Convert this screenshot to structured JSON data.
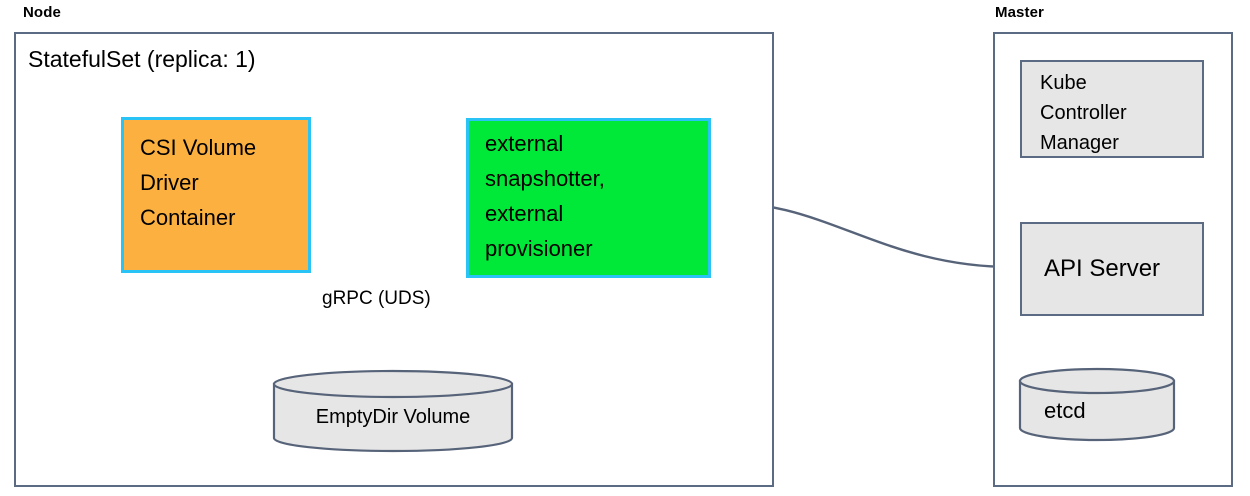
{
  "diagram": {
    "title_node": "Node",
    "title_master": "Master",
    "stroke_color": "#5c6b84",
    "accent_cyan": "#29c4f5",
    "accent_orange": "#fbb040",
    "accent_green": "#00e838",
    "gray_fill": "#e6e6e6"
  },
  "node_group": {
    "label": "Node",
    "statefulset": {
      "label": "StatefulSet (replica: 1)"
    },
    "csi_driver": {
      "name": "csi-volume-driver-container",
      "lines": [
        "CSI Volume",
        "Driver",
        "Container"
      ],
      "fill": "#fbb040",
      "border": "#29c4f5"
    },
    "sidecars": {
      "name": "external-snapshotter-provisioner",
      "lines": [
        "external",
        "snapshotter,",
        "external",
        "provisioner"
      ],
      "fill": "#00e838",
      "border": "#29c4f5"
    },
    "emptydir": {
      "label": "EmptyDir Volume"
    },
    "grpc_edge_label": "gRPC (UDS)"
  },
  "master_group": {
    "label": "Master",
    "kube_controller_manager": {
      "lines": [
        "Kube",
        "Controller",
        "Manager"
      ]
    },
    "api_server": {
      "label": "API Server"
    },
    "etcd": {
      "label": "etcd"
    }
  }
}
